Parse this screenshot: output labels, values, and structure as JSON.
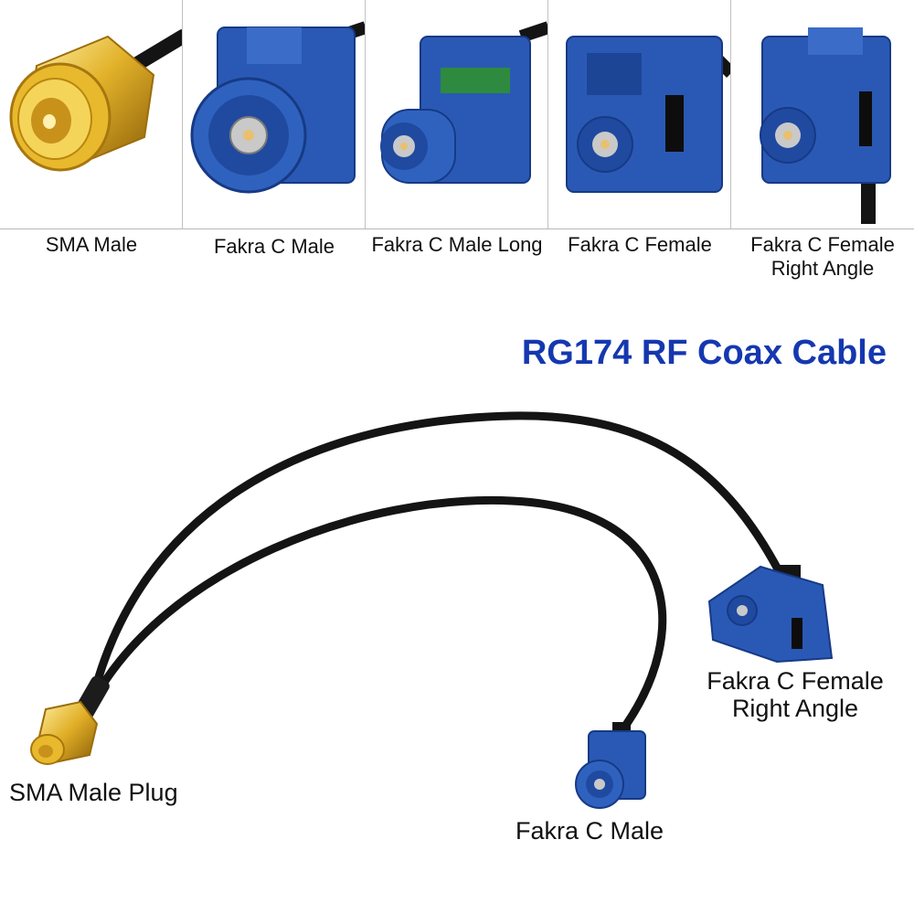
{
  "connectors": [
    {
      "label": "SMA Male",
      "icon": "sma-male-connector-photo"
    },
    {
      "label": "Fakra C Male",
      "icon": "fakra-c-male-connector-photo"
    },
    {
      "label": "Fakra C Male Long",
      "icon": "fakra-c-male-long-connector-photo"
    },
    {
      "label": "Fakra C Female",
      "icon": "fakra-c-female-connector-photo"
    },
    {
      "label_line1": "Fakra C Female",
      "label_line2": "Right Angle",
      "icon": "fakra-c-female-right-angle-connector-photo"
    }
  ],
  "product": {
    "title": "RG174 RF Coax Cable",
    "end_left": "SMA Male Plug",
    "end_bottom": "Fakra C Male",
    "end_right_line1": "Fakra C Female",
    "end_right_line2": "Right Angle"
  },
  "colors": {
    "title_blue": "#1538b0",
    "fakra_blue": "#2a59b5",
    "gold": "#d9a520",
    "cable_black": "#141414"
  }
}
